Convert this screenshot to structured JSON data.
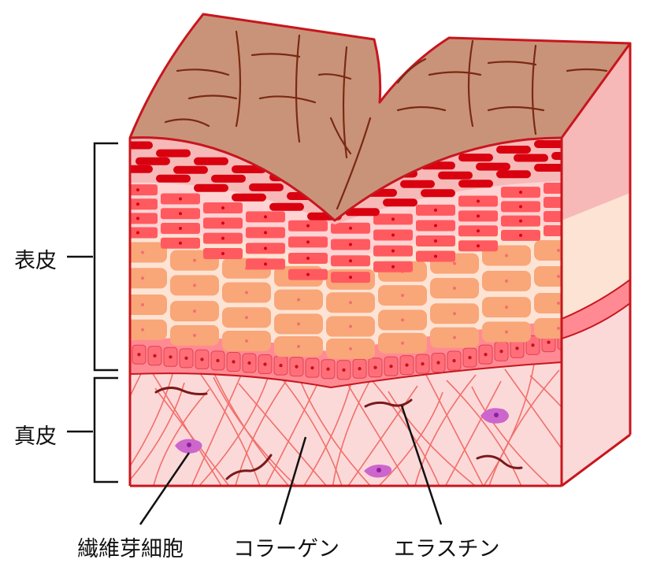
{
  "labels": {
    "epidermis": "表皮",
    "dermis": "真皮",
    "fibroblast": "繊維芽細胞",
    "collagen": "コラーゲン",
    "elastin": "エラスチン"
  },
  "colors": {
    "outline": "#c8161d",
    "surface": "#c9937a",
    "surface_crack": "#7a2a12",
    "cornified_cell": "#d9000f",
    "cornified_bg": "#f7b8b8",
    "granular_cell": "#ff5a5f",
    "spinous_cell": "#f9a679",
    "spinous_bg": "#fde3d3",
    "basal_cell": "#ff6f7a",
    "dermis_bg": "#fcd9d9",
    "collagen": "#f0645f",
    "elastin": "#7a1a1a",
    "fibroblast": "#cc66cc",
    "fibroblast_nucleus": "#8e1fa0",
    "leader": "#111111"
  },
  "icons": [
    "fibroblast-cell",
    "elastin-fiber",
    "collagen-fiber",
    "epidermis-bracket",
    "dermis-bracket"
  ]
}
